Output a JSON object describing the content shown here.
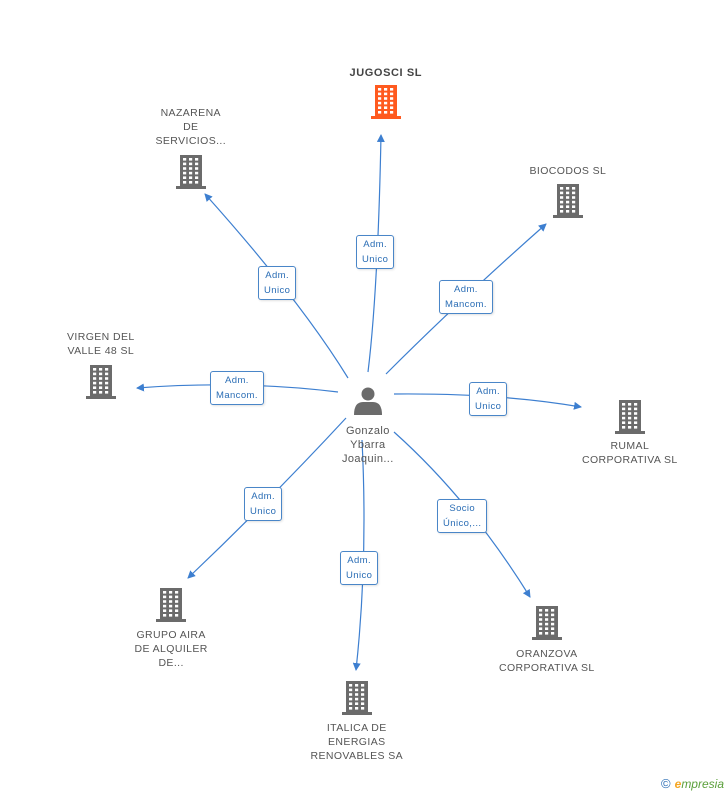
{
  "center": {
    "label_lines": [
      "Gonzalo",
      "Ybarra",
      "Joaquin..."
    ]
  },
  "main_company": {
    "label": "JUGOSCI SL",
    "color": "#ff5a1f"
  },
  "companies": [
    {
      "id": "nazarena",
      "label_lines": [
        "NAZARENA",
        "DE",
        "SERVICIOS..."
      ]
    },
    {
      "id": "biocodos",
      "label_lines": [
        "BIOCODOS SL"
      ]
    },
    {
      "id": "virgen",
      "label_lines": [
        "VIRGEN DEL",
        "VALLE 48  SL"
      ]
    },
    {
      "id": "rumal",
      "label_lines": [
        "RUMAL",
        "CORPORATIVA SL"
      ]
    },
    {
      "id": "grupo-aira",
      "label_lines": [
        "GRUPO AIRA",
        "DE ALQUILER",
        "DE..."
      ]
    },
    {
      "id": "italica",
      "label_lines": [
        "ITALICA DE",
        "ENERGIAS",
        "RENOVABLES SA"
      ]
    },
    {
      "id": "oranzova",
      "label_lines": [
        "ORANZOVA",
        "CORPORATIVA SL"
      ]
    }
  ],
  "edges": [
    {
      "to": "jugosci",
      "label_lines": [
        "Adm.",
        "Unico"
      ]
    },
    {
      "to": "nazarena",
      "label_lines": [
        "Adm.",
        "Unico"
      ]
    },
    {
      "to": "biocodos",
      "label_lines": [
        "Adm.",
        "Mancom."
      ]
    },
    {
      "to": "virgen",
      "label_lines": [
        "Adm.",
        "Mancom."
      ]
    },
    {
      "to": "rumal",
      "label_lines": [
        "Adm.",
        "Unico"
      ]
    },
    {
      "to": "grupo-aira",
      "label_lines": [
        "Adm.",
        "Unico"
      ]
    },
    {
      "to": "italica",
      "label_lines": [
        "Adm.",
        "Unico"
      ]
    },
    {
      "to": "oranzova",
      "label_lines": [
        "Socio",
        "Único,..."
      ]
    }
  ],
  "colors": {
    "edge": "#3d7fd0",
    "building": "#6b6b6b",
    "main_building": "#ff5a1f"
  },
  "footer": {
    "copyright": "©",
    "brand_initial": "e",
    "brand_rest": "mpresia"
  }
}
